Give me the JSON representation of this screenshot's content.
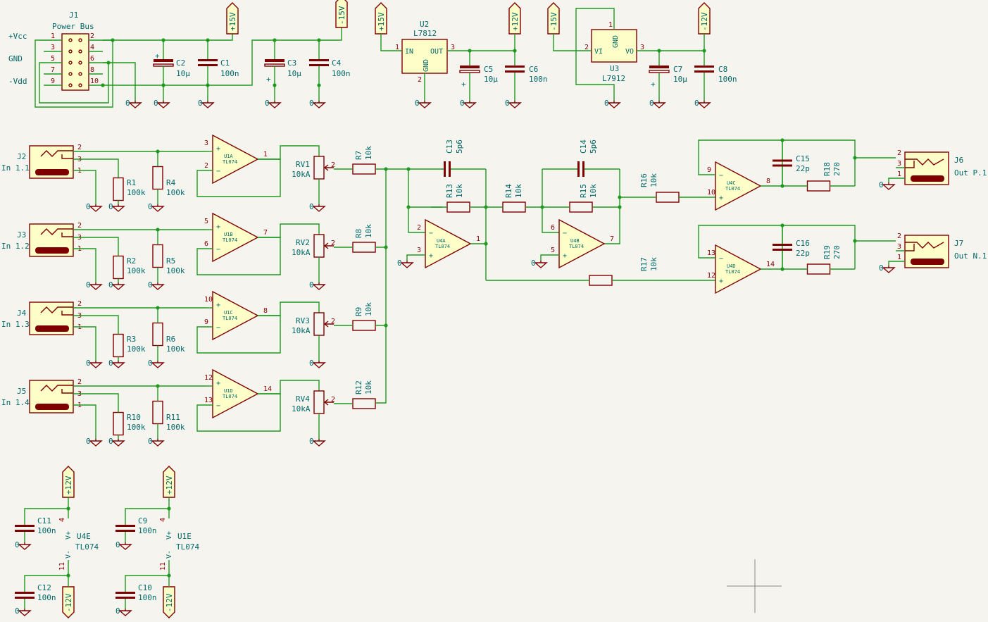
{
  "connector_J1": {
    "ref": "J1",
    "value": "Power Bus",
    "rail_pos": "+Vcc",
    "rail_gnd": "GND",
    "rail_neg": "-Vdd",
    "pins_left": [
      "1",
      "3",
      "5",
      "7",
      "9"
    ],
    "pins_right": [
      "2",
      "4",
      "6",
      "8",
      "10"
    ]
  },
  "power": {
    "p15": "+15V",
    "m15": "-15V",
    "p12": "+12V",
    "m12": "-12V",
    "gnd": "0"
  },
  "caps": {
    "C1": {
      "ref": "C1",
      "value": "100n"
    },
    "C2": {
      "ref": "C2",
      "value": "10µ"
    },
    "C3": {
      "ref": "C3",
      "value": "10µ"
    },
    "C4": {
      "ref": "C4",
      "value": "100n"
    },
    "C5": {
      "ref": "C5",
      "value": "10µ"
    },
    "C6": {
      "ref": "C6",
      "value": "100n"
    },
    "C7": {
      "ref": "C7",
      "value": "10µ"
    },
    "C8": {
      "ref": "C8",
      "value": "100n"
    },
    "C9": {
      "ref": "C9",
      "value": "100n"
    },
    "C10": {
      "ref": "C10",
      "value": "100n"
    },
    "C11": {
      "ref": "C11",
      "value": "100n"
    },
    "C12": {
      "ref": "C12",
      "value": "100n"
    },
    "C13": {
      "ref": "C13",
      "value": "5p6"
    },
    "C14": {
      "ref": "C14",
      "value": "5p6"
    },
    "C15": {
      "ref": "C15",
      "value": "22p"
    },
    "C16": {
      "ref": "C16",
      "value": "22p"
    }
  },
  "regulators": {
    "U2": {
      "ref": "U2",
      "value": "L7812",
      "in": "IN",
      "out": "OUT",
      "gnd": "GND",
      "pin_in": "1",
      "pin_out": "3",
      "pin_gnd": "2"
    },
    "U3": {
      "ref": "U3",
      "value": "L7912",
      "in": "VI",
      "out": "VO",
      "gnd": "GND",
      "pin_in": "2",
      "pin_out": "3",
      "pin_gnd": "1"
    }
  },
  "inputs": [
    {
      "jack": "J2",
      "label": "In 1.1",
      "ra": "R1",
      "rav": "100k",
      "rb": "R4",
      "rbv": "100k",
      "opamp": "U1A",
      "ipos": "3",
      "ineg": "2",
      "out": "1",
      "pot": "RV1",
      "potv": "10kA",
      "rs": "R7",
      "rsv": "10k"
    },
    {
      "jack": "J3",
      "label": "In 1.2",
      "ra": "R2",
      "rav": "100k",
      "rb": "R5",
      "rbv": "100k",
      "opamp": "U1B",
      "ipos": "5",
      "ineg": "6",
      "out": "7",
      "pot": "RV2",
      "potv": "10kA",
      "rs": "R8",
      "rsv": "10k"
    },
    {
      "jack": "J4",
      "label": "In 1.3",
      "ra": "R3",
      "rav": "100k",
      "rb": "R6",
      "rbv": "100k",
      "opamp": "U1C",
      "ipos": "10",
      "ineg": "9",
      "out": "8",
      "pot": "RV3",
      "potv": "10kA",
      "rs": "R9",
      "rsv": "10k"
    },
    {
      "jack": "J5",
      "label": "In 1.4",
      "ra": "R10",
      "rav": "100k",
      "rb": "R11",
      "rbv": "100k",
      "opamp": "U1D",
      "ipos": "12",
      "ineg": "13",
      "out": "14",
      "pot": "RV4",
      "potv": "10kA",
      "rs": "R12",
      "rsv": "10k"
    }
  ],
  "jack_pins": {
    "tip": "2",
    "ring": "3",
    "sleeve": "1"
  },
  "part_tl074": "TL074",
  "mixer": {
    "R13": {
      "ref": "R13",
      "value": "10k"
    },
    "R14": {
      "ref": "R14",
      "value": "10k"
    },
    "R15": {
      "ref": "R15",
      "value": "10k"
    },
    "R16": {
      "ref": "R16",
      "value": "10k"
    },
    "R17": {
      "ref": "R17",
      "value": "10k"
    },
    "R18": {
      "ref": "R18",
      "value": "270"
    },
    "R19": {
      "ref": "R19",
      "value": "270"
    },
    "U4A": {
      "ref": "U4A",
      "pneg": "2",
      "ppos": "3",
      "pout": "1"
    },
    "U4B": {
      "ref": "U4B",
      "pneg": "6",
      "ppos": "5",
      "pout": "7"
    },
    "U4C": {
      "ref": "U4C",
      "pneg": "9",
      "ppos": "10",
      "pout": "8"
    },
    "U4D": {
      "ref": "U4D",
      "pneg": "13",
      "ppos": "12",
      "pout": "14"
    }
  },
  "outputs": [
    {
      "jack": "J6",
      "label": "Out P.1"
    },
    {
      "jack": "J7",
      "label": "Out N.1"
    }
  ],
  "power_units": [
    {
      "ref": "U4E",
      "value": "TL074",
      "vplus": "V+",
      "vminus": "V-",
      "pin_p": "4",
      "pin_m": "11",
      "cap_top": "C11",
      "cap_bot": "C12"
    },
    {
      "ref": "U1E",
      "value": "TL074",
      "vplus": "V+",
      "vminus": "V-",
      "pin_p": "4",
      "pin_m": "11",
      "cap_top": "C9",
      "cap_bot": "C10"
    }
  ]
}
